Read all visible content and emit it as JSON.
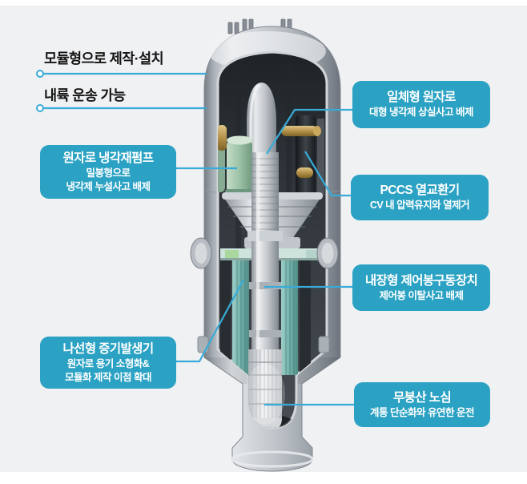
{
  "theme": {
    "page_bg": "#ffffff",
    "canvas_bg": "#f0f1f3",
    "box_bg": "#2ba2c3",
    "line_color": "#38abd8",
    "label_color": "#141414",
    "box_text_color": "#ffffff"
  },
  "feature_labels": {
    "modular": "모듈형으로 제작·설치",
    "transport": "내륙 운송 가능"
  },
  "callouts": {
    "coolant_pump": {
      "title": "원자로 냉각재펌프",
      "sub1": "밀봉형으로",
      "sub2": "냉각제 누설사고 배제"
    },
    "steam_generator": {
      "title": "나선형 증기발생기",
      "sub1": "원자로 용기 소형화&",
      "sub2": "모듈화 제작 이점 확대"
    },
    "integral_reactor": {
      "title": "일체형 원자로",
      "sub1": "대형 냉각제 상실사고 배제"
    },
    "pccs": {
      "title": "PCCS 열교환기",
      "sub1": "CV 내 압력유지와 열제거"
    },
    "crdm": {
      "title": "내장형 제어봉구동장치",
      "sub1": "제어봉 이탈사고 배제"
    },
    "boron_free_core": {
      "title": "무붕산 노심",
      "sub1": "계통 단순화와 유연한 운전"
    }
  }
}
